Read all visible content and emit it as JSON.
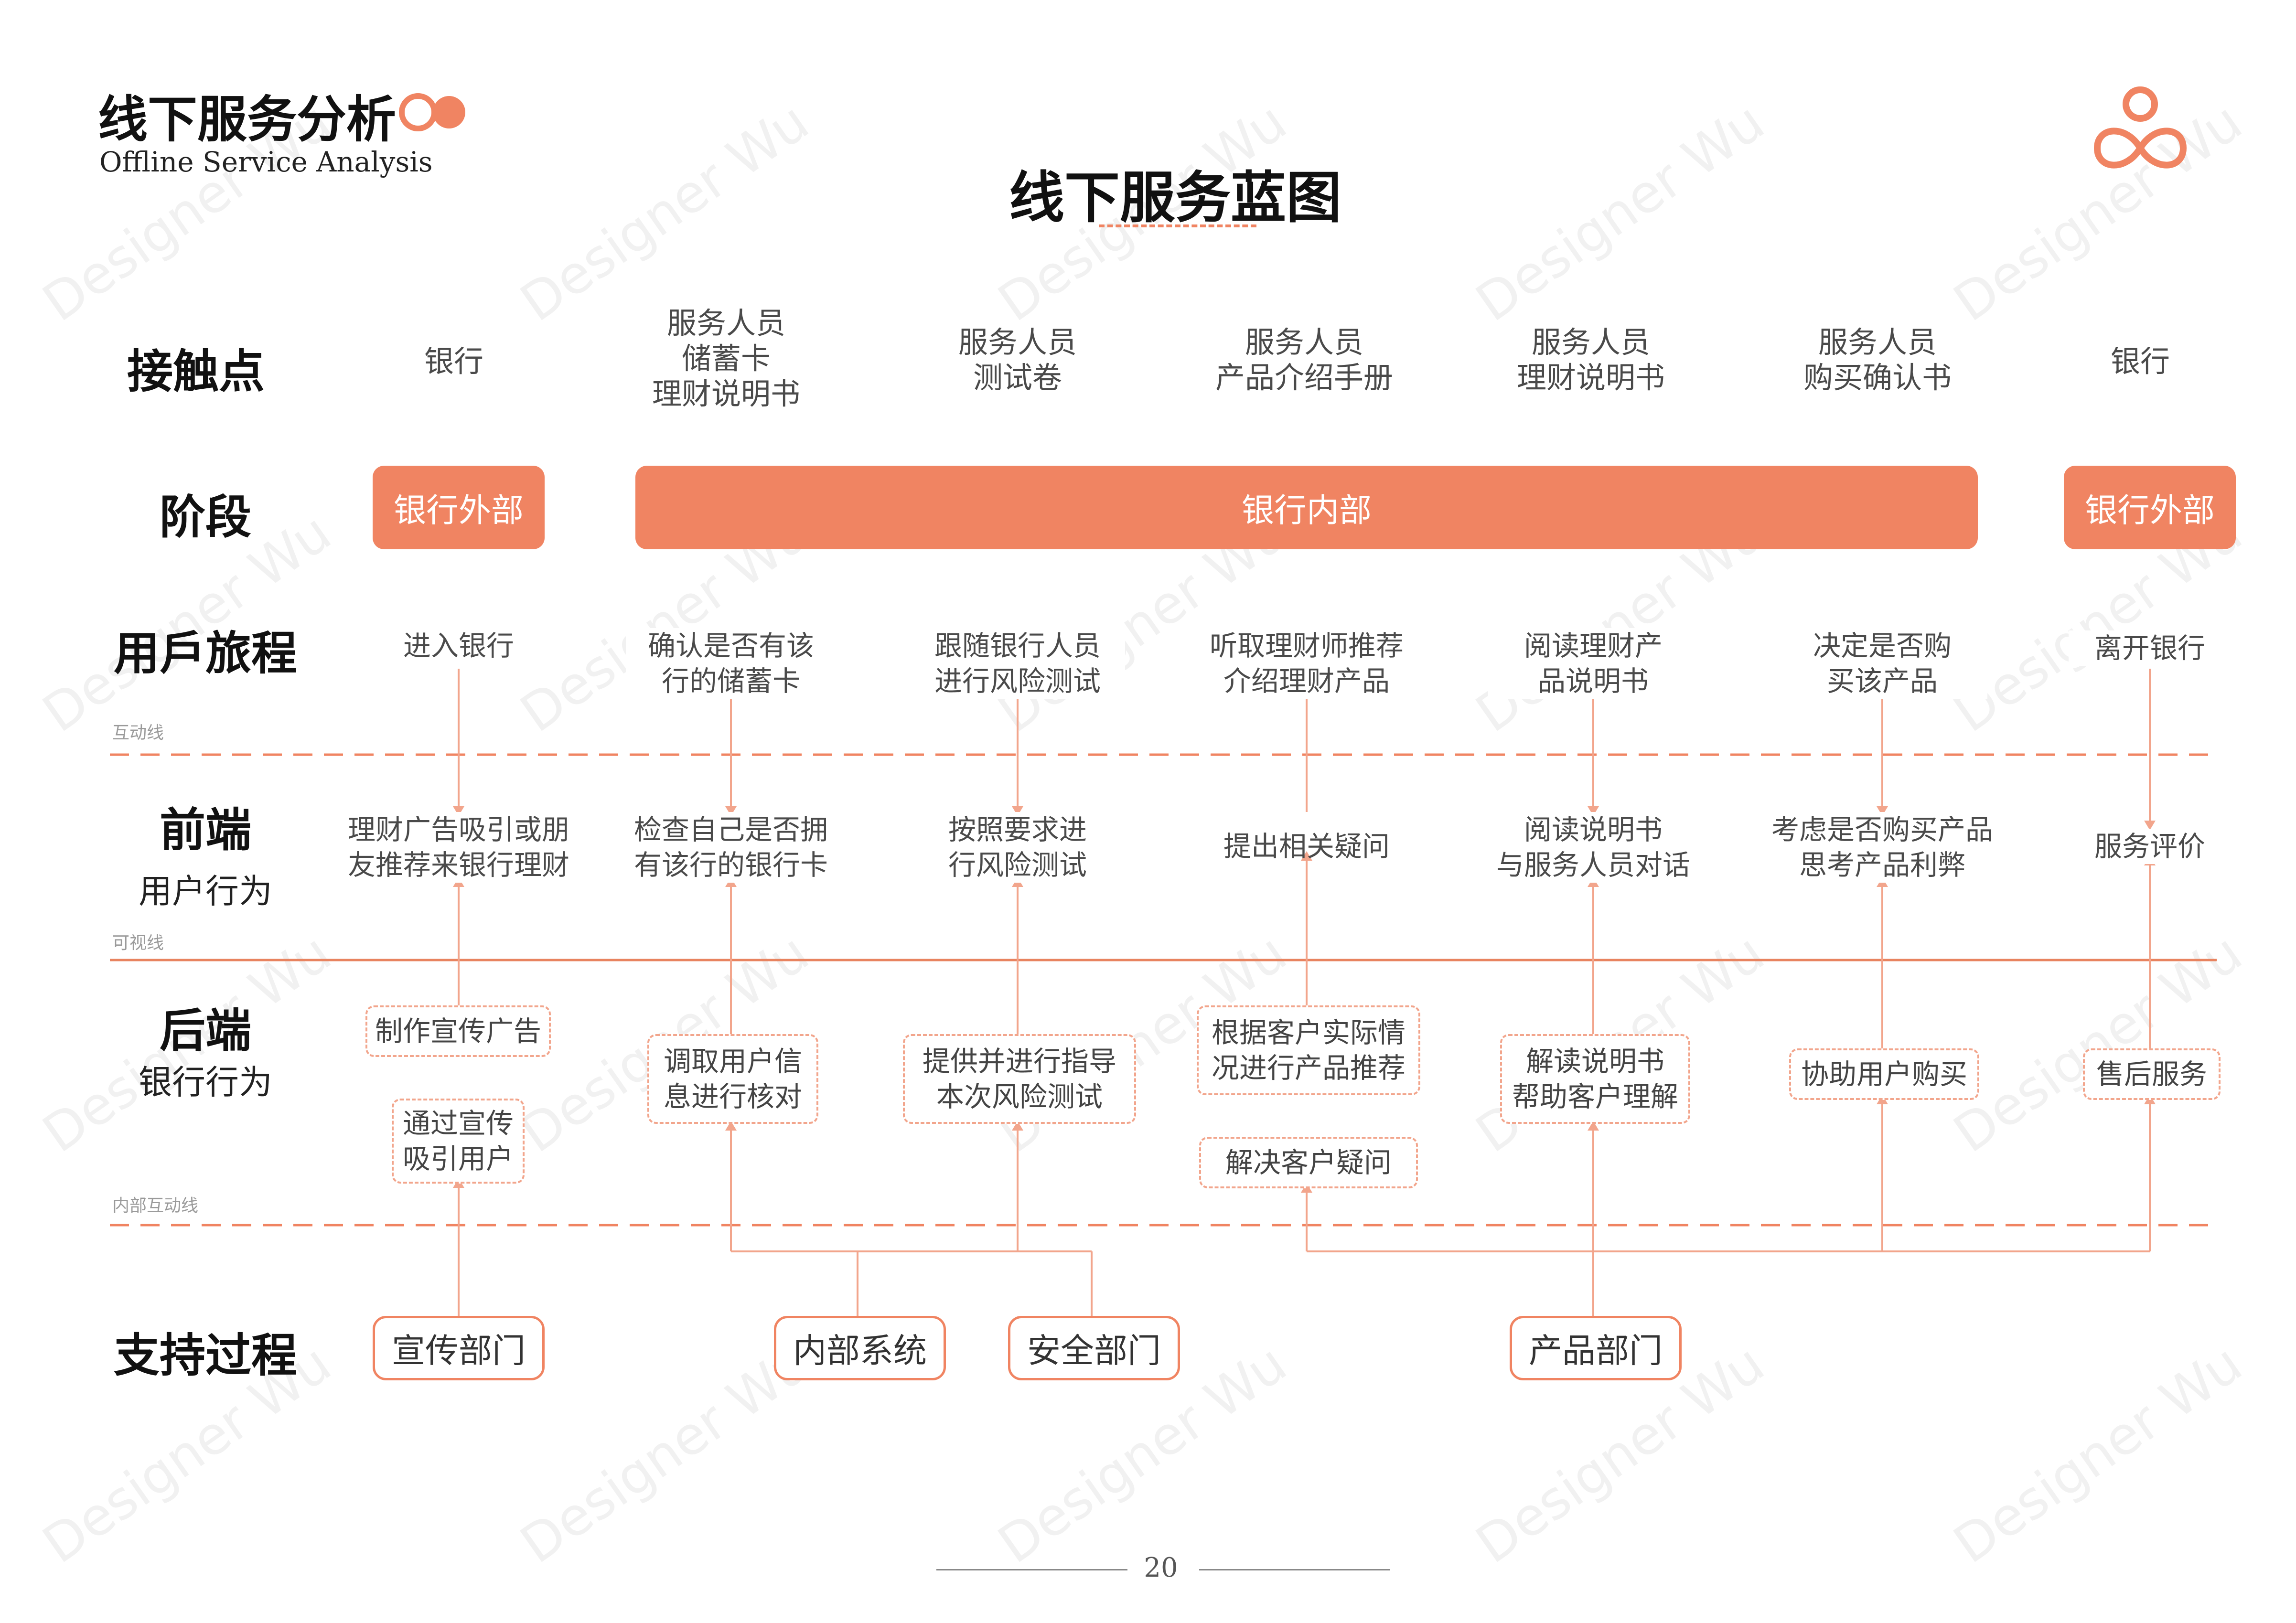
{
  "header": {
    "title_cn": "线下服务分析",
    "title_en": "Offline Service Analysis",
    "diagram_title": "线下服务蓝图",
    "watermark": "Designer Wu",
    "accent_color": "#f08462"
  },
  "rows": {
    "touchpoints": "接触点",
    "stage": "阶段",
    "journey": "用戶旅程",
    "frontend_title": "前端",
    "frontend_sub": "用户行为",
    "backend_title": "后端",
    "backend_sub": "银行行为",
    "support": "支持过程"
  },
  "line_labels": {
    "interaction": "互动线",
    "visibility": "可视线",
    "internal_interaction": "内部互动线"
  },
  "touchpoints": [
    "银行",
    "服务人员\n储蓄卡\n理财说明书",
    "服务人员\n测试卷",
    "服务人员\n产品介绍手册",
    "服务人员\n理财说明书",
    "服务人员\n购买确认书",
    "银行"
  ],
  "stages": {
    "left": "银行外部",
    "middle": "银行内部",
    "right": "银行外部"
  },
  "journey": [
    "进入银行",
    "确认是否有该\n行的储蓄卡",
    "跟随银行人员\n进行风险测试",
    "听取理财师推荐\n介绍理财产品",
    "阅读理财产\n品说明书",
    "决定是否购\n买该产品",
    "离开银行"
  ],
  "frontend": [
    "理财广告吸引或朋\n友推荐来银行理财",
    "检查自己是否拥\n有该行的银行卡",
    "按照要求进\n行风险测试",
    "提出相关疑问",
    "阅读说明书\n与服务人员对话",
    "考虑是否购买产品\n思考产品利弊",
    "服务评价"
  ],
  "backend": {
    "b1a": "制作宣传广告",
    "b1b": "通过宣传\n吸引用户",
    "b2": "调取用户信\n息进行核对",
    "b3": "提供并进行指导\n本次风险测试",
    "b4a": "根据客户实际情\n况进行产品推荐",
    "b4b": "解决客户疑问",
    "b5": "解读说明书\n帮助客户理解",
    "b6": "协助用户购买",
    "b7": "售后服务"
  },
  "support": {
    "publicity": "宣传部门",
    "internal_system": "内部系统",
    "security": "安全部门",
    "product": "产品部门"
  },
  "page_number": "20"
}
